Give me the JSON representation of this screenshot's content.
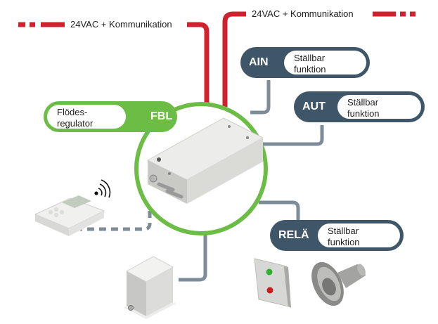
{
  "wires": {
    "left_label": "24VAC + Kommunikation",
    "right_label": "24VAC + Kommunikation",
    "color": "#d0222e"
  },
  "connector_color": "#7e8c99",
  "central": {
    "code": "FBL",
    "description_line1": "Flödes-",
    "description_line2": "regulator",
    "ring_color": "#6cbd45"
  },
  "nodes": [
    {
      "code": "AIN",
      "line1": "Ställbar",
      "line2": "funktion"
    },
    {
      "code": "AUT",
      "line1": "Ställbar",
      "line2": "funktion"
    },
    {
      "code": "RELÄ",
      "line1": "Ställbar",
      "line2": "funktion"
    }
  ],
  "pill_color": "#3f5668",
  "devices": [
    {
      "name": "wireless-room-controller"
    },
    {
      "name": "actuator-box"
    },
    {
      "name": "indicator-panel"
    },
    {
      "name": "horn-speaker"
    }
  ]
}
